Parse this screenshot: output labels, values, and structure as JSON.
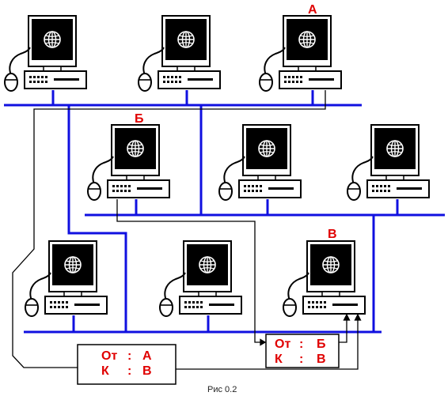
{
  "labels": {
    "pc_a": "А",
    "pc_b": "Б",
    "pc_v": "В"
  },
  "message_1": {
    "from_label": "От",
    "from_sep": ":",
    "from_value": "А",
    "to_label": "К",
    "to_sep": ":",
    "to_value": "В"
  },
  "message_2": {
    "from_label": "От",
    "from_sep": ":",
    "from_value": "Б",
    "to_label": "К",
    "to_sep": ":",
    "to_value": "В"
  },
  "caption": "Рис 0.2",
  "colors": {
    "bus": "#1010e0",
    "cable": "#000000",
    "label": "#e00000",
    "screen": "#000000"
  },
  "icons": [
    "computer-icon",
    "globe-icon",
    "mouse-icon"
  ]
}
